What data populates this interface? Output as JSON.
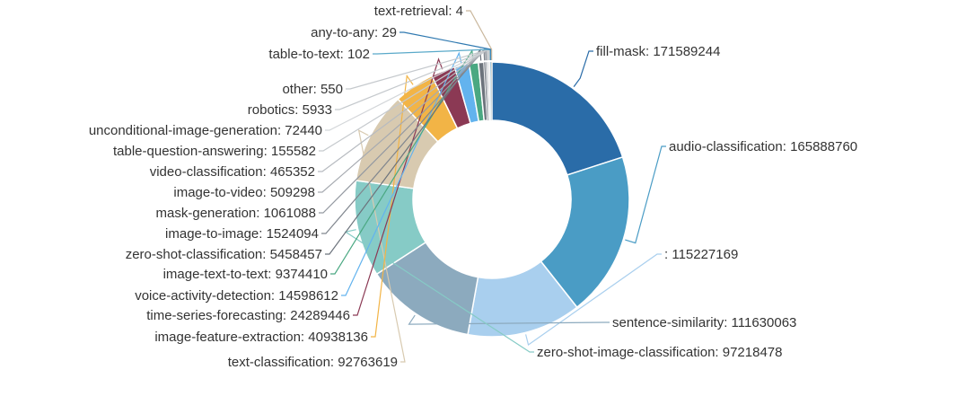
{
  "chart_data": {
    "type": "pie",
    "variant": "donut",
    "legend": "none",
    "slices": [
      {
        "label": "fill-mask",
        "value": 171589244,
        "color": "#2a6ca8"
      },
      {
        "label": "audio-classification",
        "value": 165888760,
        "color": "#4a9cc5"
      },
      {
        "label": "",
        "value": 115227169,
        "color": "#a9cfee"
      },
      {
        "label": "sentence-similarity",
        "value": 111630063,
        "color": "#8caabe"
      },
      {
        "label": "zero-shot-image-classification",
        "value": 97218478,
        "color": "#86cbc6"
      },
      {
        "label": "text-classification",
        "value": 92763619,
        "color": "#d8cab0"
      },
      {
        "label": "image-feature-extraction",
        "value": 40938136,
        "color": "#f2b446"
      },
      {
        "label": "time-series-forecasting",
        "value": 24289446,
        "color": "#8b3954"
      },
      {
        "label": "voice-activity-detection",
        "value": 14598612,
        "color": "#63b3ee"
      },
      {
        "label": "image-text-to-text",
        "value": 9374410,
        "color": "#4aa882"
      },
      {
        "label": "zero-shot-classification",
        "value": 5458457,
        "color": "#6c737c"
      },
      {
        "label": "image-to-image",
        "value": 1524094,
        "color": "#80868e"
      },
      {
        "label": "mask-generation",
        "value": 1061088,
        "color": "#9499a1"
      },
      {
        "label": "image-to-video",
        "value": 509298,
        "color": "#a6aab0"
      },
      {
        "label": "video-classification",
        "value": 465352,
        "color": "#b7bbc0"
      },
      {
        "label": "table-question-answering",
        "value": 155582,
        "color": "#c5c9cd"
      },
      {
        "label": "unconditional-image-generation",
        "value": 72440,
        "color": "#d3d6d9"
      },
      {
        "label": "robotics",
        "value": 5933,
        "color": "#dfe1e4"
      },
      {
        "label": "other",
        "value": 550,
        "color": "#e8eaec"
      },
      {
        "label": "table-to-text",
        "value": 102,
        "color": "#5aa9c9"
      },
      {
        "label": "any-to-any",
        "value": 29,
        "color": "#2f79b0"
      },
      {
        "label": "text-retrieval",
        "value": 4,
        "color": "#c9b79c"
      }
    ],
    "label_texts": [
      "fill-mask: 171589244",
      "audio-classification: 165888760",
      ": 115227169",
      "sentence-similarity: 111630063",
      "zero-shot-image-classification: 97218478",
      "text-classification: 92763619",
      "image-feature-extraction: 40938136",
      "time-series-forecasting: 24289446",
      "voice-activity-detection: 14598612",
      "image-text-to-text: 9374410",
      "zero-shot-classification: 5458457",
      "image-to-image: 1524094",
      "mask-generation: 1061088",
      "image-to-video: 509298",
      "video-classification: 465352",
      "table-question-answering: 155582",
      "unconditional-image-generation: 72440",
      "robotics: 5933",
      "other: 550",
      "table-to-text: 102",
      "any-to-any: 29",
      "text-retrieval: 4"
    ]
  }
}
